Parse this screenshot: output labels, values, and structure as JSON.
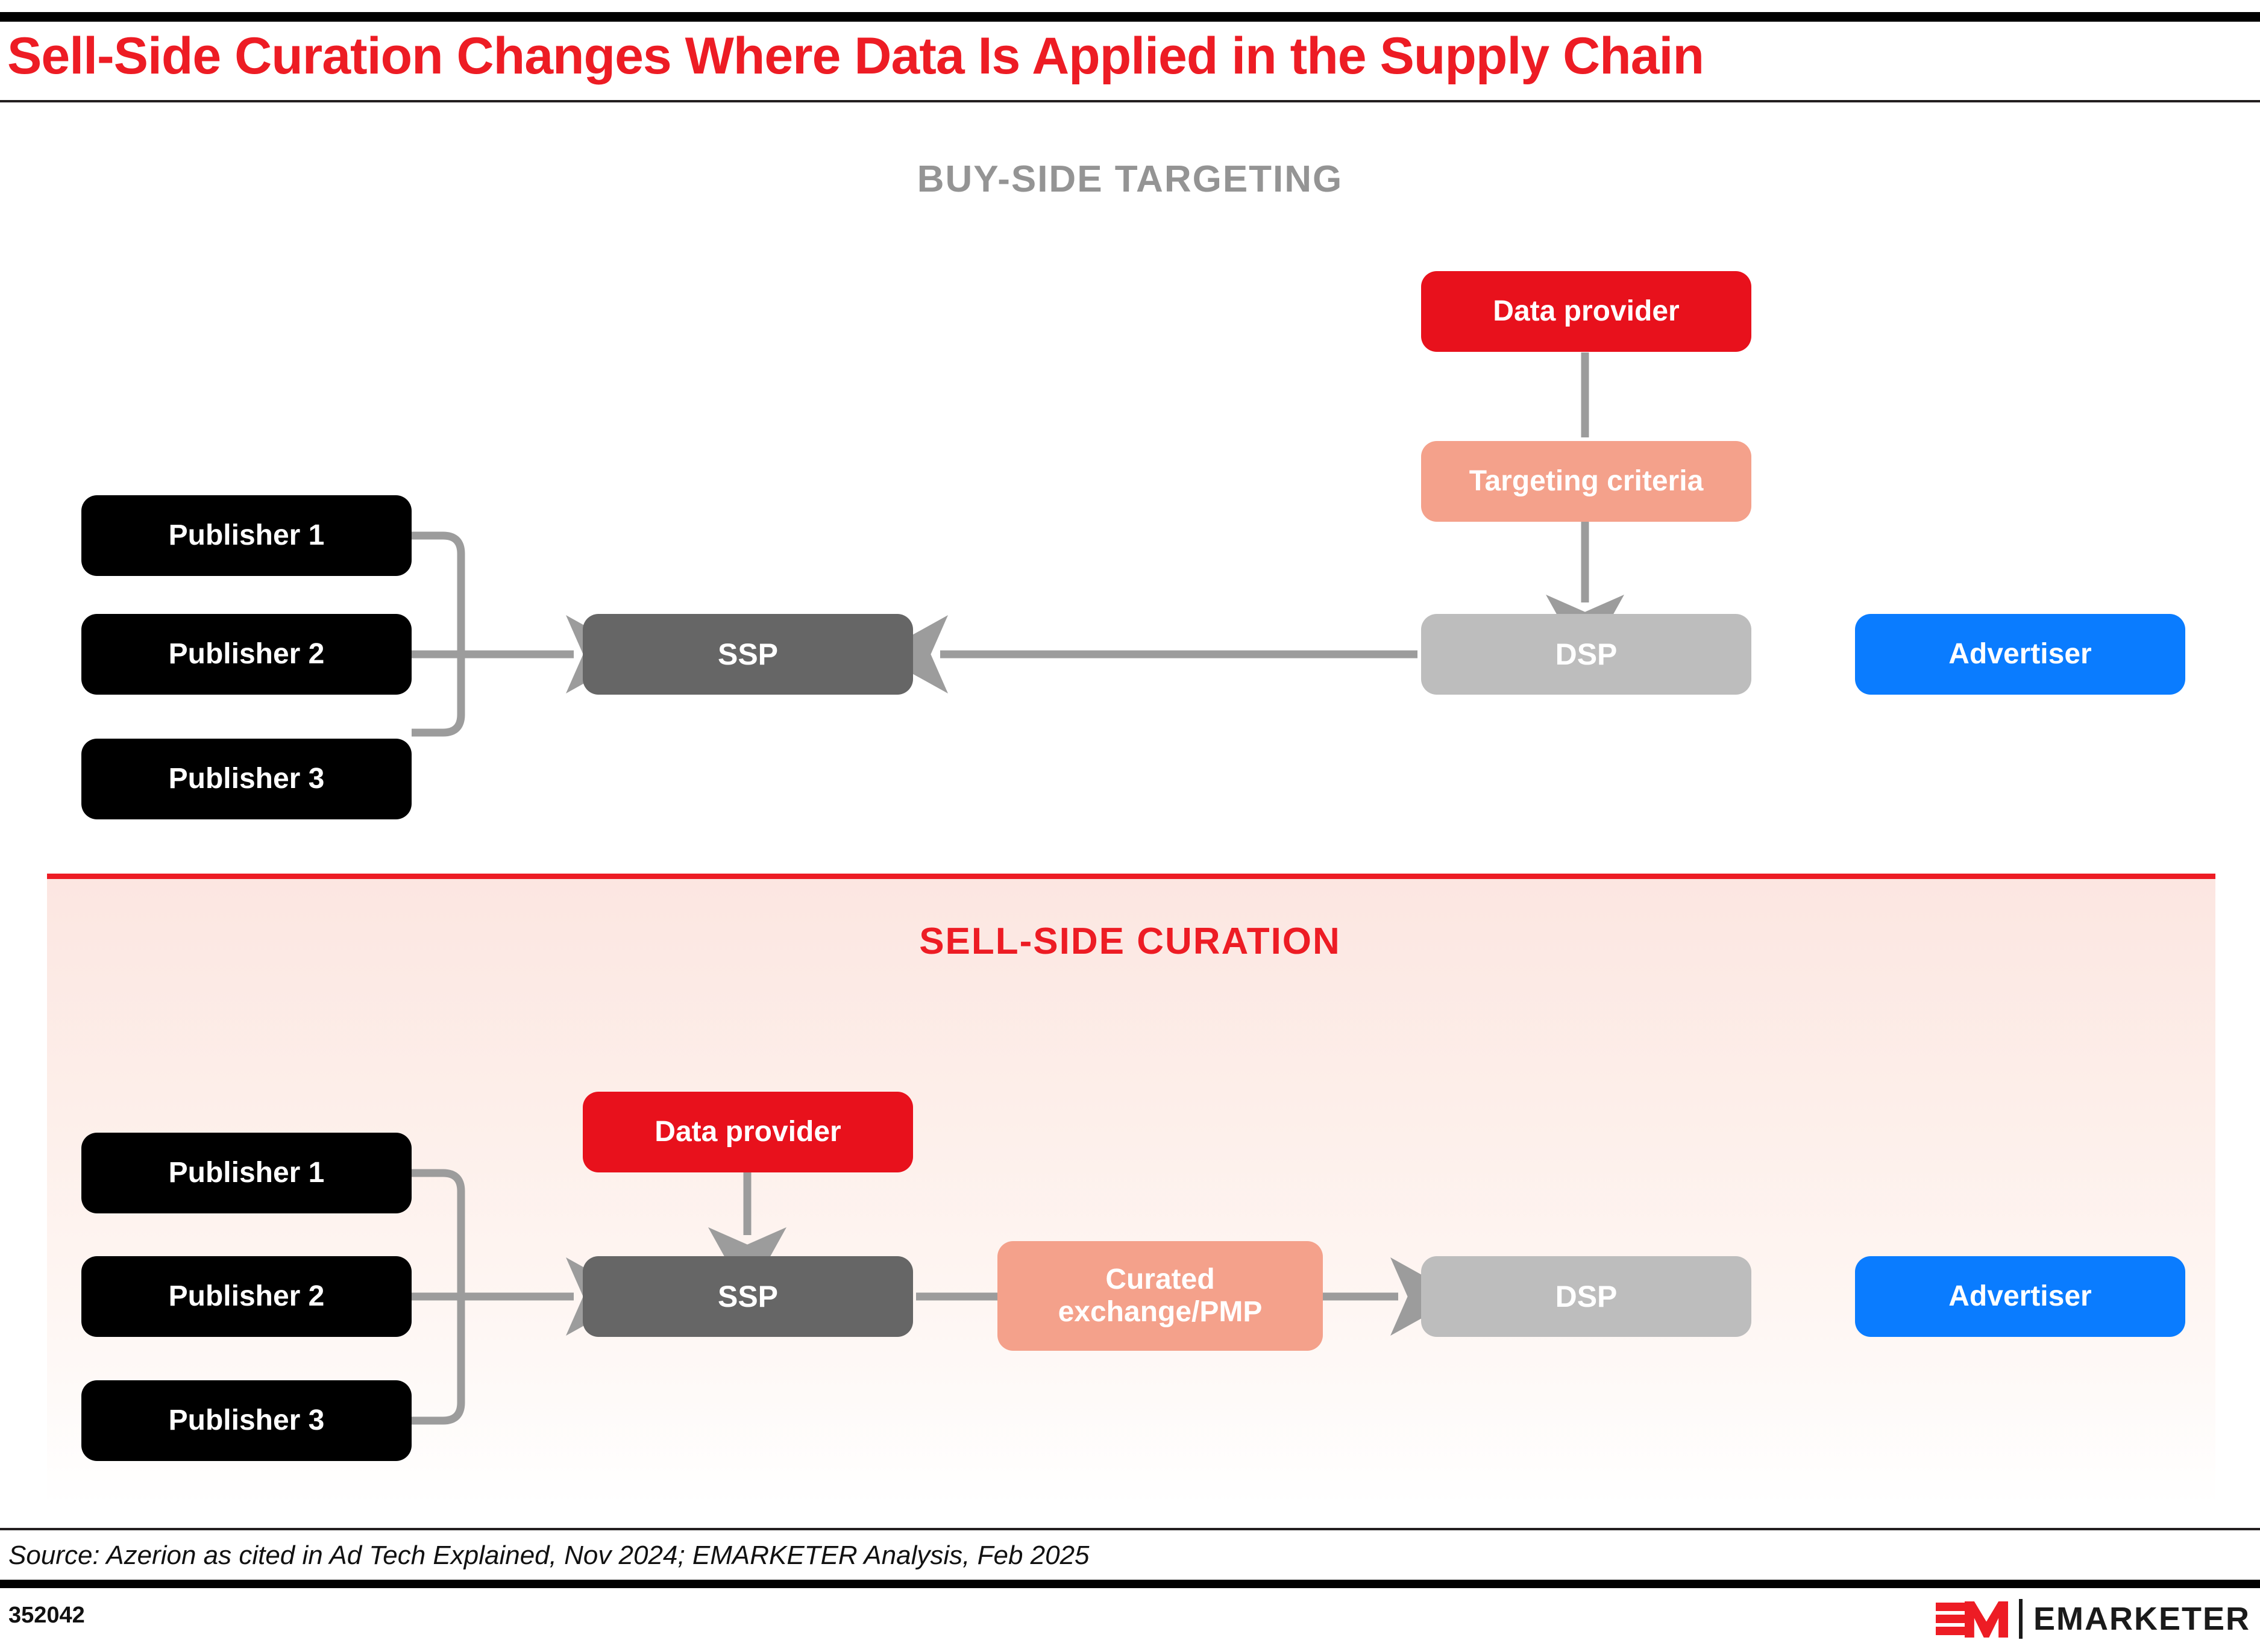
{
  "header": {
    "title": "Sell-Side Curation Changes Where Data Is Applied in the Supply Chain",
    "title_color": "#ED1C24"
  },
  "sections": {
    "buy_side": {
      "label": "BUY-SIDE TARGETING",
      "color": "#949494"
    },
    "sell_side": {
      "label": "SELL-SIDE CURATION",
      "color": "#ED1C24"
    }
  },
  "colors": {
    "publisher": "#000000",
    "ssp": "#666666",
    "dsp": "#BDBDBD",
    "data_provider": "#E8111C",
    "salmon": "#F4A18B",
    "advertiser": "#0A7CFF",
    "connector": "#9C9C9C",
    "accent_red": "#ED1C24"
  },
  "chart_data": {
    "type": "diagram",
    "title": "Sell-Side Curation Changes Where Data Is Applied in the Supply Chain",
    "panels": [
      {
        "name": "BUY-SIDE TARGETING",
        "nodes": [
          {
            "id": "pub1",
            "label": "Publisher 1",
            "style": "publisher"
          },
          {
            "id": "pub2",
            "label": "Publisher 2",
            "style": "publisher"
          },
          {
            "id": "pub3",
            "label": "Publisher 3",
            "style": "publisher"
          },
          {
            "id": "ssp",
            "label": "SSP",
            "style": "ssp"
          },
          {
            "id": "data_provider",
            "label": "Data provider",
            "style": "data_provider"
          },
          {
            "id": "targeting",
            "label": "Targeting criteria",
            "style": "salmon"
          },
          {
            "id": "dsp",
            "label": "DSP",
            "style": "dsp"
          },
          {
            "id": "advertiser",
            "label": "Advertiser",
            "style": "advertiser"
          }
        ],
        "edges": [
          {
            "from": "pub1",
            "to": "ssp",
            "arrow": true
          },
          {
            "from": "pub2",
            "to": "ssp",
            "arrow": true
          },
          {
            "from": "pub3",
            "to": "ssp",
            "arrow": true
          },
          {
            "from": "data_provider",
            "to": "targeting",
            "arrow": false
          },
          {
            "from": "targeting",
            "to": "dsp",
            "arrow": true
          },
          {
            "from": "dsp",
            "to": "ssp",
            "arrow": true
          }
        ]
      },
      {
        "name": "SELL-SIDE CURATION",
        "nodes": [
          {
            "id": "pub1",
            "label": "Publisher 1",
            "style": "publisher"
          },
          {
            "id": "pub2",
            "label": "Publisher 2",
            "style": "publisher"
          },
          {
            "id": "pub3",
            "label": "Publisher 3",
            "style": "publisher"
          },
          {
            "id": "data_provider",
            "label": "Data provider",
            "style": "data_provider"
          },
          {
            "id": "ssp",
            "label": "SSP",
            "style": "ssp"
          },
          {
            "id": "curated",
            "label": "Curated exchange/PMP",
            "style": "salmon"
          },
          {
            "id": "dsp",
            "label": "DSP",
            "style": "dsp"
          },
          {
            "id": "advertiser",
            "label": "Advertiser",
            "style": "advertiser"
          }
        ],
        "edges": [
          {
            "from": "pub1",
            "to": "ssp",
            "arrow": true
          },
          {
            "from": "pub2",
            "to": "ssp",
            "arrow": true
          },
          {
            "from": "pub3",
            "to": "ssp",
            "arrow": true
          },
          {
            "from": "data_provider",
            "to": "ssp",
            "arrow": true
          },
          {
            "from": "ssp",
            "to": "curated",
            "arrow": false
          },
          {
            "from": "curated",
            "to": "dsp",
            "arrow": true
          }
        ]
      }
    ]
  },
  "buy_side": {
    "publisher1": "Publisher 1",
    "publisher2": "Publisher 2",
    "publisher3": "Publisher 3",
    "ssp": "SSP",
    "data_provider": "Data provider",
    "targeting_criteria": "Targeting criteria",
    "dsp": "DSP",
    "advertiser": "Advertiser"
  },
  "sell_side": {
    "publisher1": "Publisher 1",
    "publisher2": "Publisher 2",
    "publisher3": "Publisher 3",
    "data_provider": "Data provider",
    "ssp": "SSP",
    "curated_line1": "Curated",
    "curated_line2": "exchange/PMP",
    "dsp": "DSP",
    "advertiser": "Advertiser"
  },
  "footer": {
    "source": "Source: Azerion as cited in Ad Tech Explained, Nov 2024; EMARKETER Analysis, Feb 2025",
    "reference_number": "352042",
    "brand": "EMARKETER"
  }
}
